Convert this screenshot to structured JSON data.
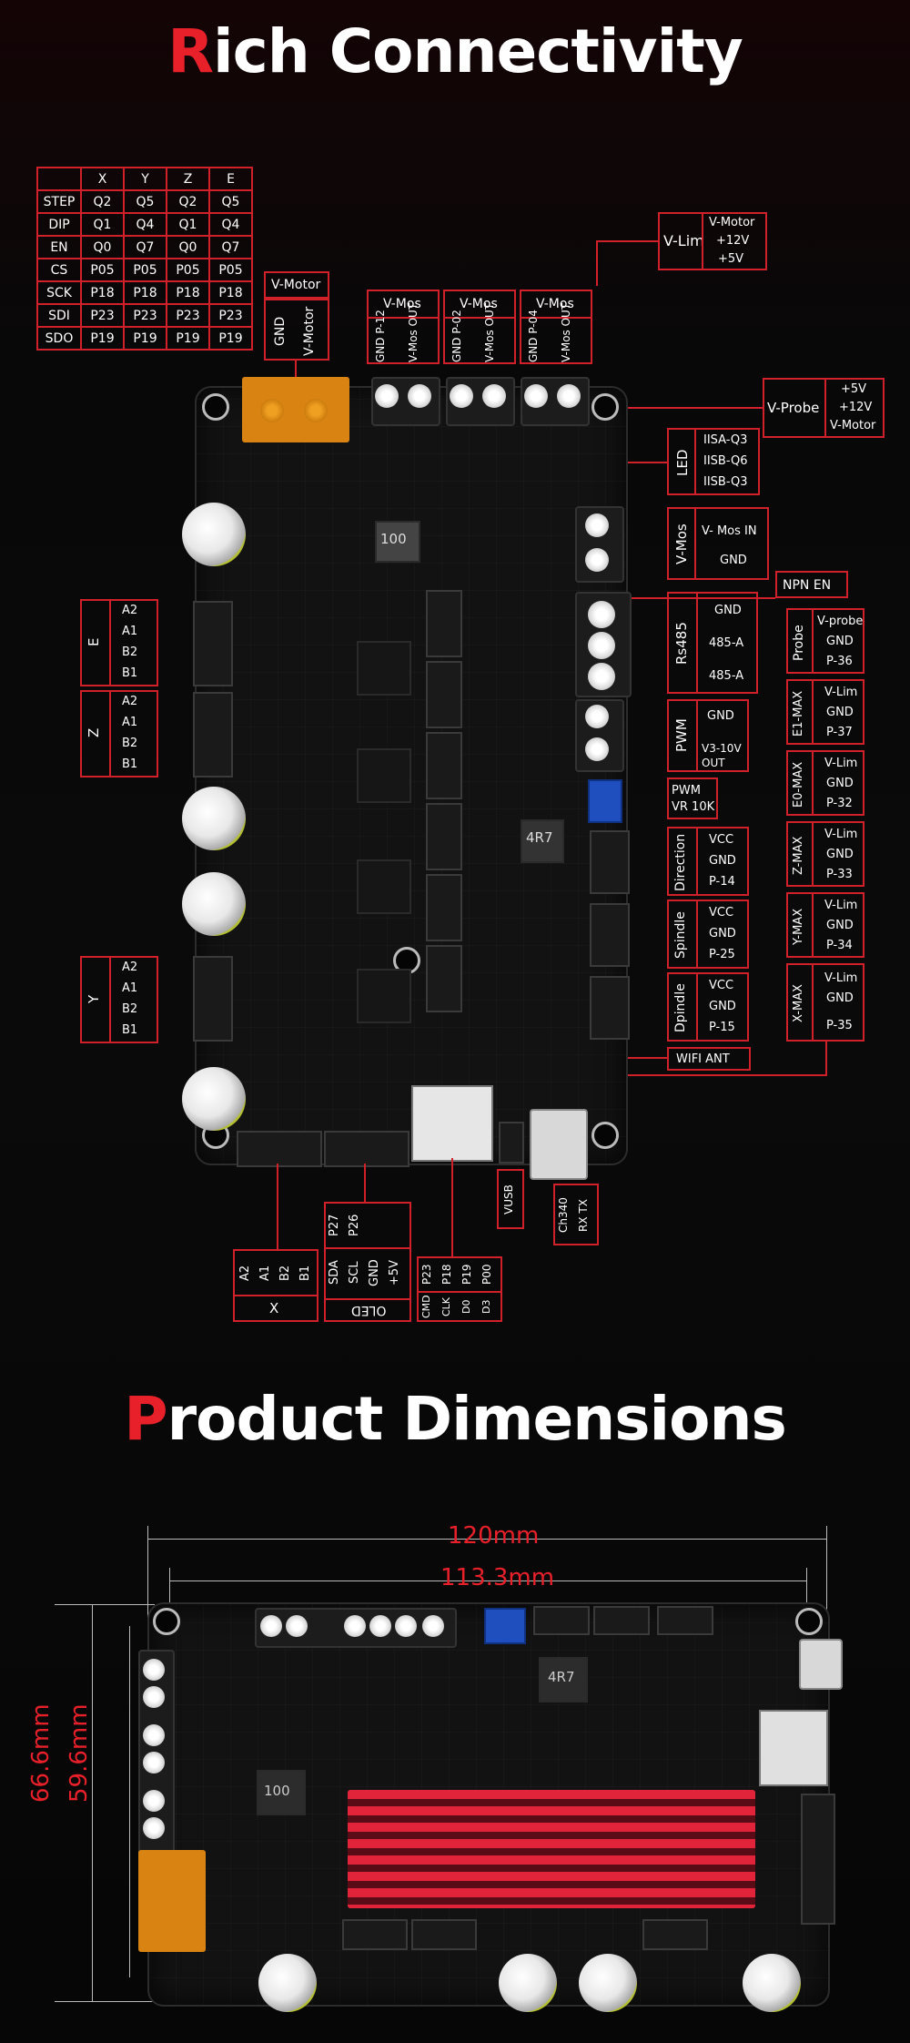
{
  "section1": {
    "title_first": "R",
    "title_rest": "ich Connectivity"
  },
  "section2": {
    "title_first": "P",
    "title_rest": "roduct Dimensions"
  },
  "driver_table": {
    "header": [
      "",
      "X",
      "Y",
      "Z",
      "E"
    ],
    "rows": [
      [
        "STEP",
        "Q2",
        "Q5",
        "Q2",
        "Q5"
      ],
      [
        "DIP",
        "Q1",
        "Q4",
        "Q1",
        "Q4"
      ],
      [
        "EN",
        "Q0",
        "Q7",
        "Q0",
        "Q7"
      ],
      [
        "CS",
        "P05",
        "P05",
        "P05",
        "P05"
      ],
      [
        "SCK",
        "P18",
        "P18",
        "P18",
        "P18"
      ],
      [
        "SDI",
        "P23",
        "P23",
        "P23",
        "P23"
      ],
      [
        "SDO",
        "P19",
        "P19",
        "P19",
        "P19"
      ]
    ]
  },
  "labels": {
    "vmotor_top": "V-Motor",
    "gnd": "GND",
    "vmotor": "V-Motor",
    "vmos": "V-Mos",
    "gnd_p12": "GND P-12",
    "gnd_p02": "GND P-02",
    "gnd_p04": "GND P-04",
    "vmos_out": "V-Mos OUT",
    "vlim": "V-Lim",
    "vlim_items": [
      "V-Motor",
      "+12V",
      "+5V"
    ],
    "vprobe": "V-Probe",
    "vprobe_items": [
      "+5V",
      "+12V",
      "V-Motor"
    ],
    "led": "LED",
    "led_items": [
      "IISA-Q3",
      "IISB-Q6",
      "IISB-Q3"
    ],
    "vmos_side": "V-Mos",
    "vmos_side_items": [
      "V- Mos IN",
      "GND"
    ],
    "npn": "NPN EN",
    "rs485": "Rs485",
    "rs485_items": [
      "GND",
      "485-A",
      "485-A"
    ],
    "pwm": "PWM",
    "pwm_items": [
      "GND",
      "V3-10V OUT"
    ],
    "pwm_vr": "PWM VR 10K",
    "direction": "Direction",
    "direction_items": [
      "VCC",
      "GND",
      "P-14"
    ],
    "spindle": "Spindle",
    "spindle_items": [
      "VCC",
      "GND",
      "P-25"
    ],
    "dpindle": "Dpindle",
    "dpindle_items": [
      "VCC",
      "GND",
      "P-15"
    ],
    "wifi": "WIFI ANT",
    "probe": "Probe",
    "probe_items": [
      "V-probe",
      "GND",
      "P-36"
    ],
    "e1max": "E1-MAX",
    "e1max_items": [
      "V-Lim",
      "GND",
      "P-37"
    ],
    "e0max": "E0-MAX",
    "e0max_items": [
      "V-Lim",
      "GND",
      "P-32"
    ],
    "zmax": "Z-MAX",
    "zmax_items": [
      "V-Lim",
      "GND",
      "P-33"
    ],
    "ymax": "Y-MAX",
    "ymax_items": [
      "V-Lim",
      "GND",
      "P-34"
    ],
    "xmax": "X-MAX",
    "xmax_items": [
      "V-Lim",
      "GND",
      "P-35"
    ],
    "e": "E",
    "z": "Z",
    "y": "Y",
    "x": "X",
    "motor_pins": [
      "A2",
      "A1",
      "B2",
      "B1"
    ],
    "oled": "OLED",
    "oled_pins_top": [
      "P27",
      "P26"
    ],
    "oled_pins": [
      "SDA",
      "SCL",
      "GND",
      "+5V"
    ],
    "sd_top": [
      "P23",
      "P18",
      "P19",
      "P00"
    ],
    "sd_bottom": [
      "CMD",
      "CLK",
      "D0",
      "D3"
    ],
    "vusb": "VUSB",
    "ch340": "Ch340",
    "rxtx": "RX TX",
    "board_text": [
      "100",
      "4R7",
      "4R7",
      "100"
    ]
  },
  "dimensions": {
    "outer": "120mm",
    "inner": "113.3mm",
    "height_outer": "66.6mm",
    "height_inner": "59.6mm"
  },
  "colors": {
    "accent": "#e8202a",
    "line": "#d0202a",
    "board": "#121212"
  }
}
